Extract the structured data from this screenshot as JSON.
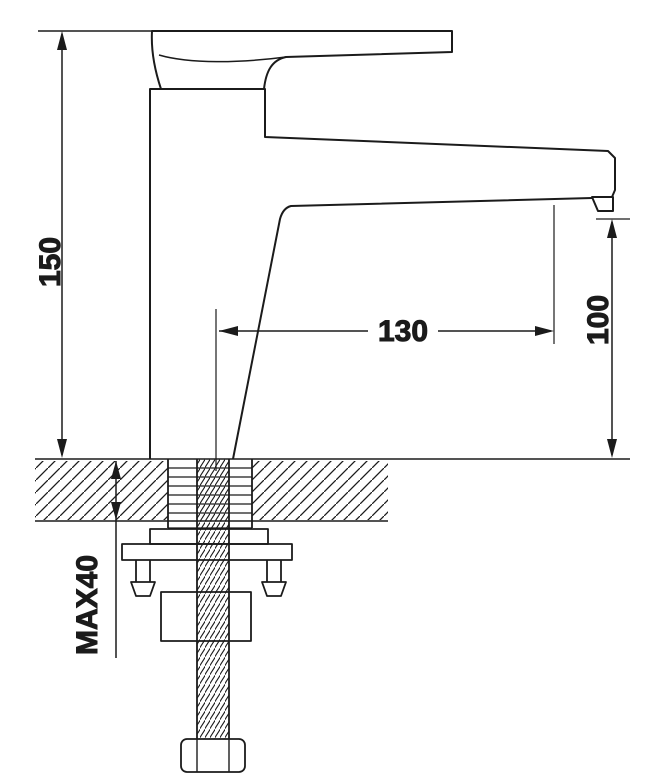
{
  "diagram": {
    "labels": {
      "overall_height": "150",
      "spout_reach": "130",
      "spout_height": "100",
      "max_mount_thickness": "MAX40"
    },
    "colors": {
      "line": "#1b1b1b",
      "background": "#ffffff"
    }
  }
}
